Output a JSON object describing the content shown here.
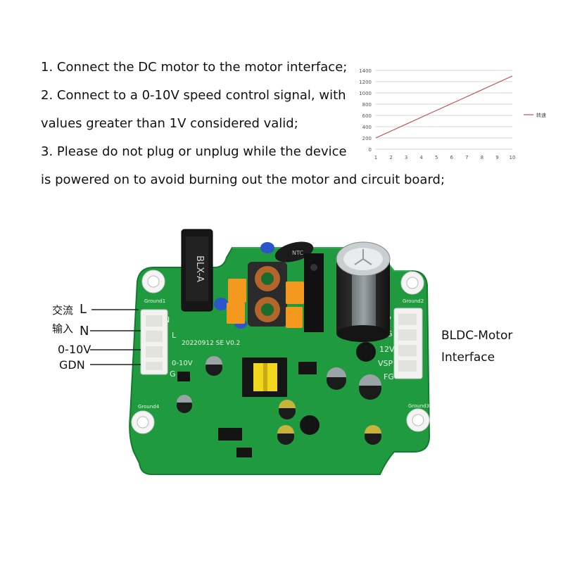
{
  "instructions": [
    "1. Connect the DC motor to the motor interface;",
    "2. Connect to a 0-10V speed control signal, with",
    "values greater than 1V considered valid;",
    "3. Please do not plug or unplug while the device",
    "is powered on to avoid burning out the motor and circuit board;"
  ],
  "chart_data": {
    "type": "line",
    "x": [
      1,
      2,
      3,
      4,
      5,
      6,
      7,
      8,
      9,
      10
    ],
    "series": [
      {
        "name": "转速",
        "values": [
          200,
          322,
          444,
          567,
          689,
          811,
          933,
          1056,
          1178,
          1300
        ],
        "color": "#c0504d"
      }
    ],
    "xticks": [
      "1",
      "2",
      "3",
      "4",
      "5",
      "6",
      "7",
      "8",
      "9",
      "10"
    ],
    "yticks": [
      "0",
      "200",
      "400",
      "600",
      "800",
      "1000",
      "1200",
      "1400"
    ],
    "xlim": [
      1,
      10
    ],
    "ylim": [
      0,
      1400
    ],
    "grid": true,
    "legend": "right"
  },
  "board": {
    "fuse_text": "BLX-A",
    "ntc_text": "NTC",
    "version_text": "20220912 SE V0.2",
    "ground_labels": [
      "Ground1",
      "Ground2",
      "Ground3",
      "Ground4"
    ],
    "pin_labels_left": [
      "N",
      "L",
      "0-10V",
      "G"
    ],
    "pin_labels_right": [
      "P",
      "G",
      "12V",
      "VSP",
      "FG"
    ]
  },
  "callouts": {
    "ac_line1": "交流",
    "ac_line2": "输入",
    "L": "L",
    "N": "N",
    "signal": "0-10V",
    "gnd": "GDN",
    "motor_line1": "BLDC-Motor",
    "motor_line2": "Interface"
  }
}
